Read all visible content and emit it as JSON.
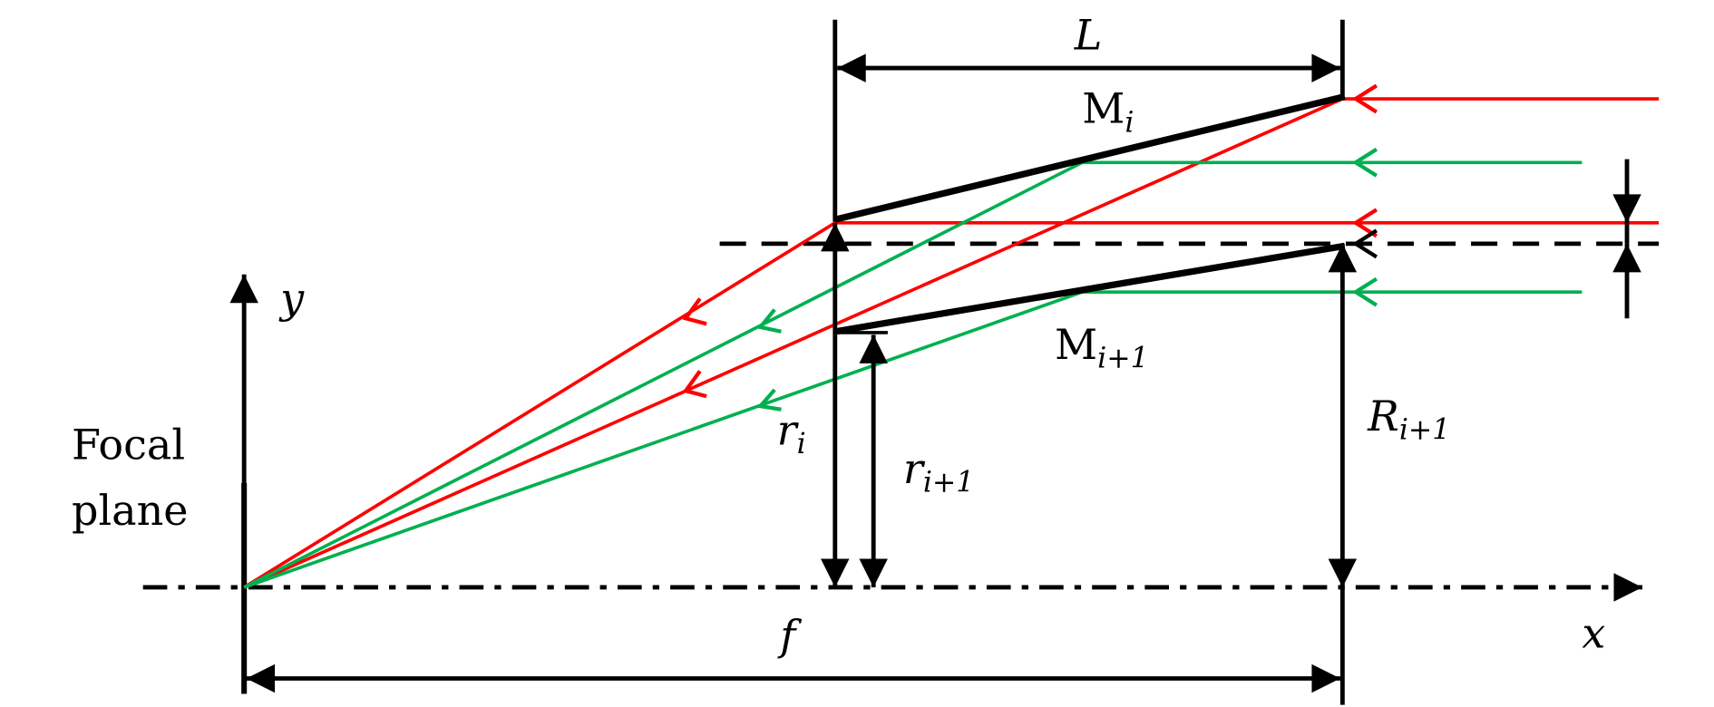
{
  "labels": {
    "L": "L",
    "M_i": "M",
    "M_i_sub": "i",
    "M_i1": "M",
    "M_i1_sub": "i+1",
    "y_axis": "y",
    "x_axis": "x",
    "focal_line1": "Focal",
    "focal_line2": "plane",
    "r_i": "r",
    "r_i_sub": "i",
    "r_i1": "r",
    "r_i1_sub": "i+1",
    "R_i1": "R",
    "R_i1_sub": "i+1",
    "f": "f"
  },
  "colors": {
    "red": "#ff0000",
    "green": "#00b050",
    "black": "#000000"
  }
}
